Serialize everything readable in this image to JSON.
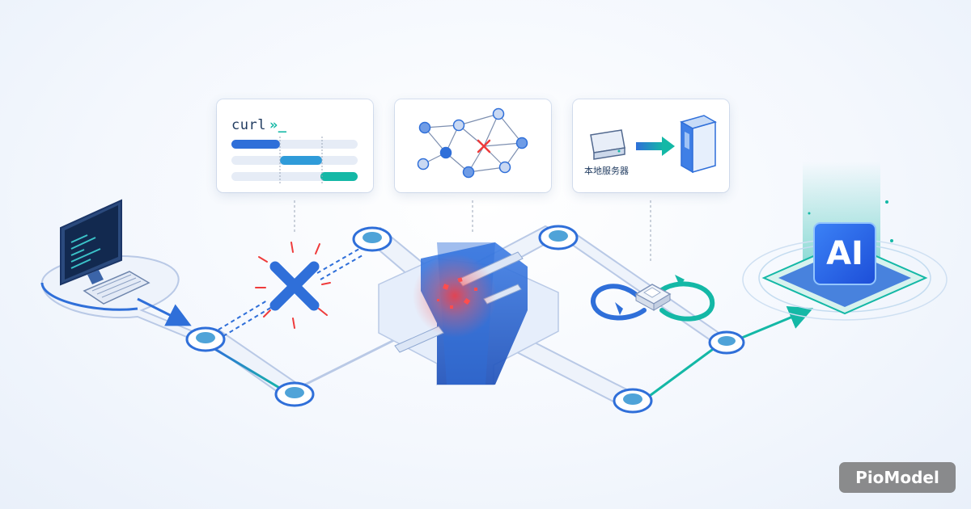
{
  "cards": {
    "curl": {
      "command": "curl",
      "prompt": "»_"
    },
    "network": {},
    "server": {
      "label": "本地服务器"
    }
  },
  "ai_box": {
    "label": "AI"
  },
  "watermark": {
    "text": "PioModel"
  },
  "colors": {
    "primary_blue": "#2f6fd9",
    "teal": "#14b8a6",
    "error_red": "#ef3b3b",
    "track_fill": "#eef3fb",
    "track_edge": "#b9c9e6"
  },
  "icons": [
    "computer-icon",
    "keyboard-icon",
    "blocked-x-icon",
    "network-graph-icon",
    "server-drive-icon",
    "server-tower-icon",
    "sync-loop-icon",
    "chip-icon",
    "ai-chip-icon"
  ]
}
